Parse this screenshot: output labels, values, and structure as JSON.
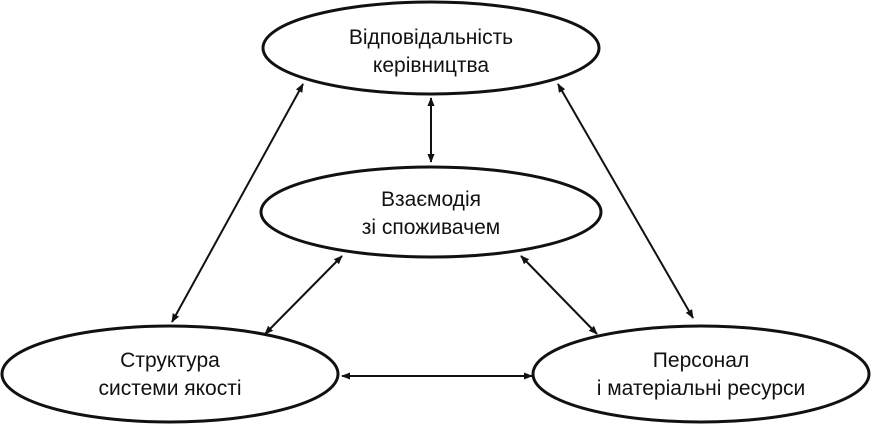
{
  "nodes": {
    "management": {
      "lines": [
        "Відповідальність",
        "керівництва"
      ]
    },
    "customer": {
      "lines": [
        "Взаємодія",
        "зі споживачем"
      ]
    },
    "structure": {
      "lines": [
        "Структура",
        "системи якості"
      ]
    },
    "resources": {
      "lines": [
        "Персонал",
        "і матеріальні ресурси"
      ]
    }
  },
  "colors": {
    "ink": "#111111",
    "background": "#ffffff"
  }
}
